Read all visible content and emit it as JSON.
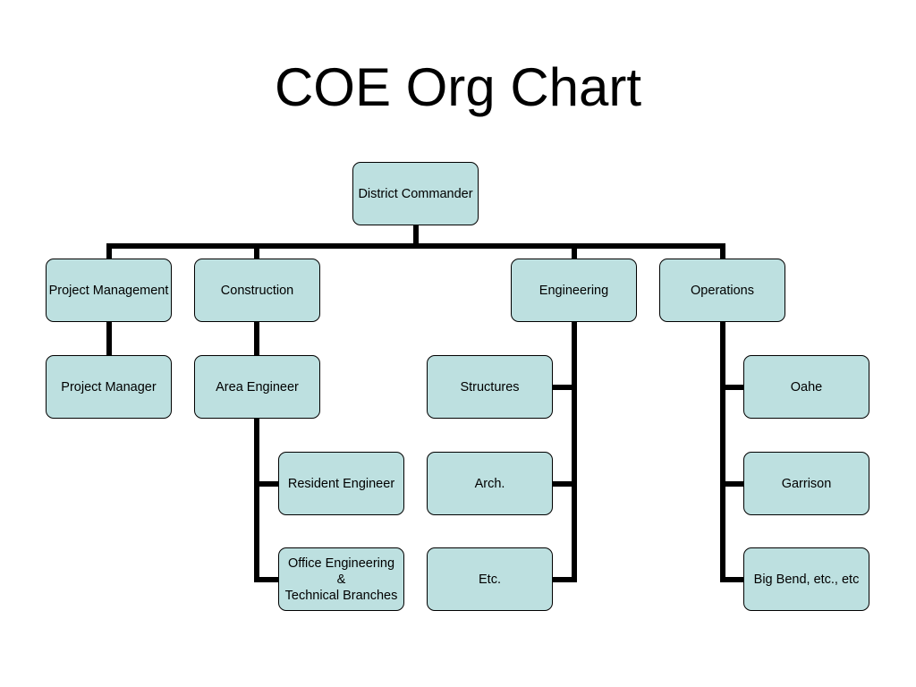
{
  "title": "COE Org Chart",
  "colors": {
    "node_fill": "#bde0e0",
    "node_border": "#000000",
    "connector": "#000000"
  },
  "nodes": {
    "district_commander": "District Commander",
    "project_management": "Project Management",
    "construction": "Construction",
    "engineering": "Engineering",
    "operations": "Operations",
    "project_manager": "Project Manager",
    "area_engineer": "Area Engineer",
    "resident_engineer": "Resident Engineer",
    "office_engineering": "Office Engineering\n&\nTechnical Branches",
    "structures": "Structures",
    "arch": "Arch.",
    "etc": "Etc.",
    "oahe": "Oahe",
    "garrison": "Garrison",
    "big_bend": "Big Bend, etc., etc"
  }
}
